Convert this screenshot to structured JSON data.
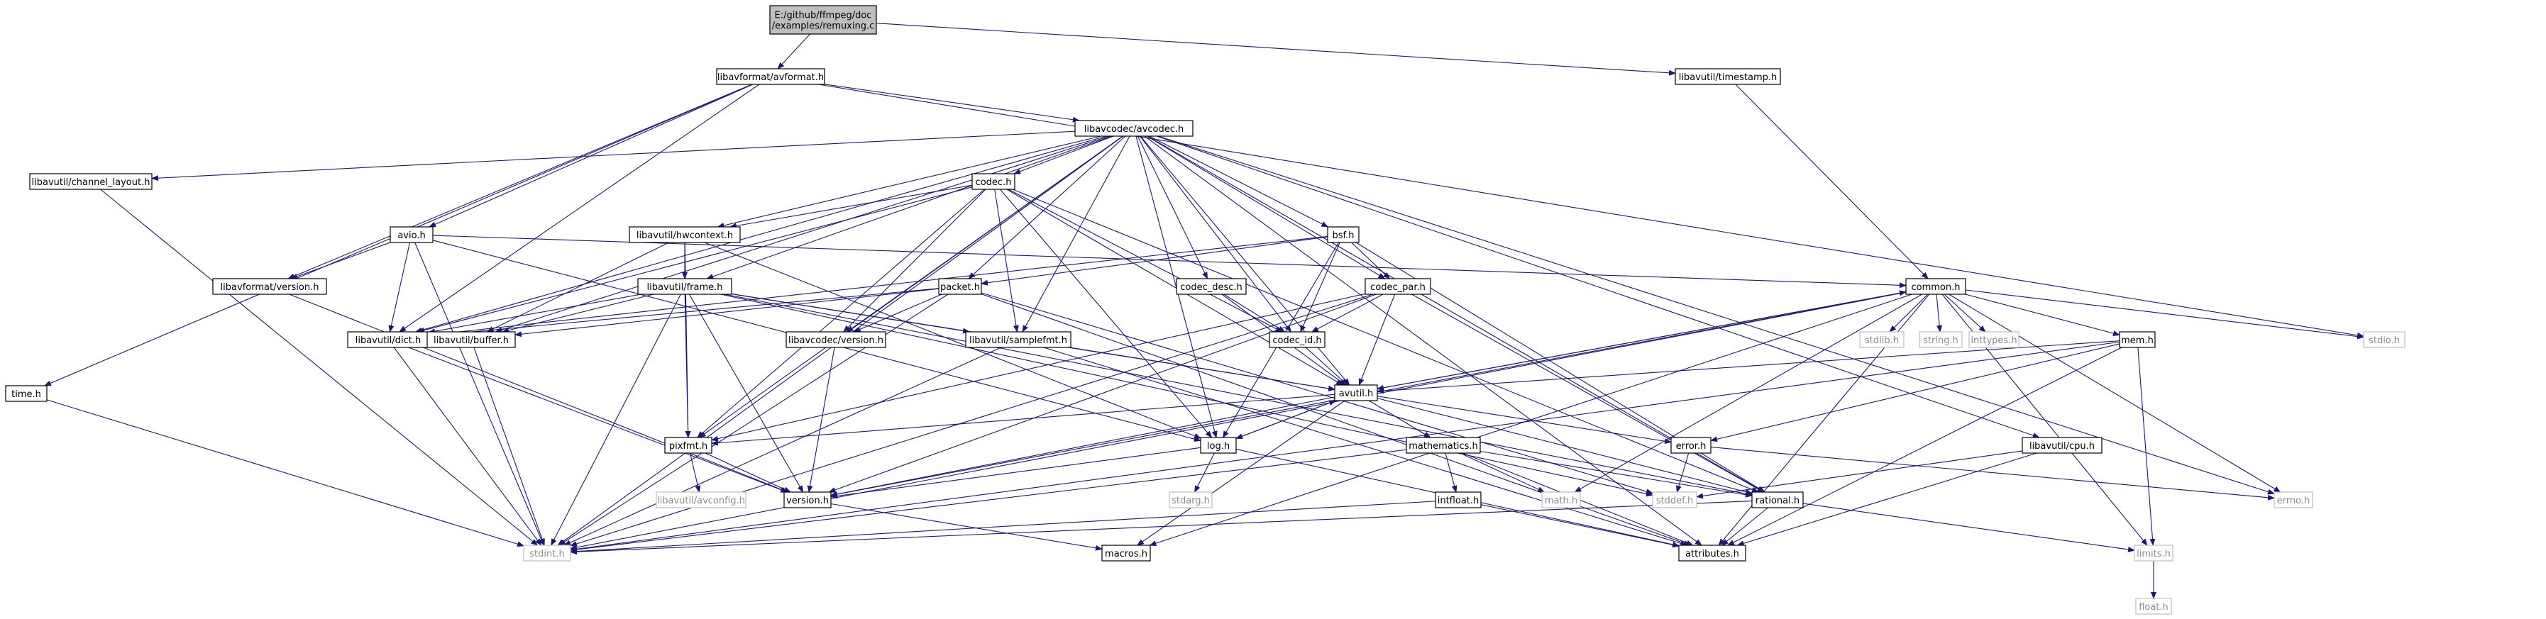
{
  "graph": {
    "nodes": [
      {
        "id": "remuxing",
        "label": [
          "E:/github/ffmpeg/doc",
          "/examples/remuxing.c"
        ],
        "kind": "root"
      },
      {
        "id": "avformat",
        "label": [
          "libavformat/avformat.h"
        ]
      },
      {
        "id": "timestamp",
        "label": [
          "libavutil/timestamp.h"
        ]
      },
      {
        "id": "avcodec",
        "label": [
          "libavcodec/avcodec.h"
        ]
      },
      {
        "id": "time",
        "label": [
          "time.h"
        ]
      },
      {
        "id": "avio",
        "label": [
          "avio.h"
        ]
      },
      {
        "id": "channel_layout",
        "label": [
          "libavutil/channel_layout.h"
        ]
      },
      {
        "id": "codec",
        "label": [
          "codec.h"
        ]
      },
      {
        "id": "hwcontext",
        "label": [
          "libavutil/hwcontext.h"
        ]
      },
      {
        "id": "bsf",
        "label": [
          "bsf.h"
        ]
      },
      {
        "id": "lavf_version",
        "label": [
          "libavformat/version.h"
        ]
      },
      {
        "id": "frame",
        "label": [
          "libavutil/frame.h"
        ]
      },
      {
        "id": "packet",
        "label": [
          "packet.h"
        ]
      },
      {
        "id": "codec_desc",
        "label": [
          "codec_desc.h"
        ]
      },
      {
        "id": "codec_par",
        "label": [
          "codec_par.h"
        ]
      },
      {
        "id": "common",
        "label": [
          "common.h"
        ]
      },
      {
        "id": "dict",
        "label": [
          "libavutil/dict.h"
        ]
      },
      {
        "id": "buffer",
        "label": [
          "libavutil/buffer.h"
        ]
      },
      {
        "id": "lavc_version",
        "label": [
          "libavcodec/version.h"
        ]
      },
      {
        "id": "samplefmt",
        "label": [
          "libavutil/samplefmt.h"
        ]
      },
      {
        "id": "codec_id",
        "label": [
          "codec_id.h"
        ]
      },
      {
        "id": "stdlib",
        "label": [
          "stdlib.h"
        ],
        "kind": "system"
      },
      {
        "id": "string",
        "label": [
          "string.h"
        ],
        "kind": "system"
      },
      {
        "id": "inttypes",
        "label": [
          "inttypes.h"
        ],
        "kind": "system"
      },
      {
        "id": "mem",
        "label": [
          "mem.h"
        ]
      },
      {
        "id": "stdio",
        "label": [
          "stdio.h"
        ],
        "kind": "system"
      },
      {
        "id": "avutil",
        "label": [
          "avutil.h"
        ]
      },
      {
        "id": "pixfmt",
        "label": [
          "pixfmt.h"
        ]
      },
      {
        "id": "log",
        "label": [
          "log.h"
        ]
      },
      {
        "id": "mathematics",
        "label": [
          "mathematics.h"
        ]
      },
      {
        "id": "error",
        "label": [
          "error.h"
        ]
      },
      {
        "id": "cpu",
        "label": [
          "libavutil/cpu.h"
        ]
      },
      {
        "id": "avconfig",
        "label": [
          "libavutil/avconfig.h"
        ],
        "kind": "system"
      },
      {
        "id": "version",
        "label": [
          "version.h"
        ]
      },
      {
        "id": "stdarg",
        "label": [
          "stdarg.h"
        ],
        "kind": "system"
      },
      {
        "id": "intfloat",
        "label": [
          "intfloat.h"
        ]
      },
      {
        "id": "math",
        "label": [
          "math.h"
        ],
        "kind": "system"
      },
      {
        "id": "stddef",
        "label": [
          "stddef.h"
        ],
        "kind": "system"
      },
      {
        "id": "rational",
        "label": [
          "rational.h"
        ]
      },
      {
        "id": "errno",
        "label": [
          "errno.h"
        ],
        "kind": "system"
      },
      {
        "id": "stdint",
        "label": [
          "stdint.h"
        ],
        "kind": "system"
      },
      {
        "id": "macros",
        "label": [
          "macros.h"
        ]
      },
      {
        "id": "attributes",
        "label": [
          "attributes.h"
        ]
      },
      {
        "id": "limits",
        "label": [
          "limits.h"
        ],
        "kind": "system"
      },
      {
        "id": "float",
        "label": [
          "float.h"
        ],
        "kind": "system"
      }
    ],
    "edges": [
      [
        "remuxing",
        "avformat"
      ],
      [
        "remuxing",
        "timestamp"
      ],
      [
        "avformat",
        "time"
      ],
      [
        "avformat",
        "avcodec"
      ],
      [
        "avformat",
        "avio"
      ],
      [
        "avformat",
        "lavf_version"
      ],
      [
        "avformat",
        "dict"
      ],
      [
        "avformat",
        "stdio"
      ],
      [
        "timestamp",
        "common"
      ],
      [
        "avcodec",
        "channel_layout"
      ],
      [
        "avcodec",
        "codec"
      ],
      [
        "avcodec",
        "hwcontext"
      ],
      [
        "avcodec",
        "bsf"
      ],
      [
        "avcodec",
        "frame"
      ],
      [
        "avcodec",
        "packet"
      ],
      [
        "avcodec",
        "codec_desc"
      ],
      [
        "avcodec",
        "codec_par"
      ],
      [
        "avcodec",
        "dict"
      ],
      [
        "avcodec",
        "buffer"
      ],
      [
        "avcodec",
        "lavc_version"
      ],
      [
        "avcodec",
        "samplefmt"
      ],
      [
        "avcodec",
        "codec_id"
      ],
      [
        "avcodec",
        "avutil"
      ],
      [
        "avcodec",
        "log"
      ],
      [
        "avcodec",
        "pixfmt"
      ],
      [
        "avcodec",
        "cpu"
      ],
      [
        "avcodec",
        "rational"
      ],
      [
        "avcodec",
        "errno"
      ],
      [
        "avcodec",
        "attributes"
      ],
      [
        "avcodec",
        "stdint"
      ],
      [
        "time",
        "stdint"
      ],
      [
        "channel_layout",
        "stdint"
      ],
      [
        "avio",
        "dict"
      ],
      [
        "avio",
        "lavf_version"
      ],
      [
        "avio",
        "common"
      ],
      [
        "avio",
        "log"
      ],
      [
        "avio",
        "stdint"
      ],
      [
        "codec",
        "hwcontext"
      ],
      [
        "codec",
        "dict"
      ],
      [
        "codec",
        "lavc_version"
      ],
      [
        "codec",
        "samplefmt"
      ],
      [
        "codec",
        "codec_id"
      ],
      [
        "codec",
        "avutil"
      ],
      [
        "codec",
        "log"
      ],
      [
        "codec",
        "pixfmt"
      ],
      [
        "codec",
        "rational"
      ],
      [
        "hwcontext",
        "frame"
      ],
      [
        "hwcontext",
        "buffer"
      ],
      [
        "hwcontext",
        "pixfmt"
      ],
      [
        "hwcontext",
        "log"
      ],
      [
        "bsf",
        "packet"
      ],
      [
        "bsf",
        "codec_par"
      ],
      [
        "bsf",
        "codec_id"
      ],
      [
        "bsf",
        "dict"
      ],
      [
        "bsf",
        "log"
      ],
      [
        "bsf",
        "rational"
      ],
      [
        "lavf_version",
        "version"
      ],
      [
        "frame",
        "dict"
      ],
      [
        "frame",
        "buffer"
      ],
      [
        "frame",
        "samplefmt"
      ],
      [
        "frame",
        "pixfmt"
      ],
      [
        "frame",
        "avutil"
      ],
      [
        "frame",
        "rational"
      ],
      [
        "frame",
        "stddef"
      ],
      [
        "frame",
        "version"
      ],
      [
        "frame",
        "stdint"
      ],
      [
        "packet",
        "dict"
      ],
      [
        "packet",
        "buffer"
      ],
      [
        "packet",
        "lavc_version"
      ],
      [
        "packet",
        "attributes"
      ],
      [
        "packet",
        "stddef"
      ],
      [
        "packet",
        "stdint"
      ],
      [
        "codec_desc",
        "codec_id"
      ],
      [
        "codec_desc",
        "avutil"
      ],
      [
        "codec_par",
        "codec_id"
      ],
      [
        "codec_par",
        "avutil"
      ],
      [
        "codec_par",
        "pixfmt"
      ],
      [
        "codec_par",
        "rational"
      ],
      [
        "codec_par",
        "stdint"
      ],
      [
        "codec_par",
        "version"
      ],
      [
        "common",
        "stdlib"
      ],
      [
        "common",
        "string"
      ],
      [
        "common",
        "inttypes"
      ],
      [
        "common",
        "mem"
      ],
      [
        "common",
        "stdio"
      ],
      [
        "common",
        "avutil"
      ],
      [
        "common",
        "attributes"
      ],
      [
        "common",
        "errno"
      ],
      [
        "common",
        "limits"
      ],
      [
        "common",
        "math"
      ],
      [
        "common",
        "macros"
      ],
      [
        "common",
        "version"
      ],
      [
        "common",
        "stdint"
      ],
      [
        "dict",
        "stdint"
      ],
      [
        "dict",
        "version"
      ],
      [
        "buffer",
        "stdint"
      ],
      [
        "lavc_version",
        "version"
      ],
      [
        "samplefmt",
        "avutil"
      ],
      [
        "samplefmt",
        "attributes"
      ],
      [
        "samplefmt",
        "stdint"
      ],
      [
        "codec_id",
        "avutil"
      ],
      [
        "mem",
        "avutil"
      ],
      [
        "mem",
        "error"
      ],
      [
        "mem",
        "attributes"
      ],
      [
        "mem",
        "limits"
      ],
      [
        "mem",
        "stdint"
      ],
      [
        "avutil",
        "pixfmt"
      ],
      [
        "avutil",
        "log"
      ],
      [
        "avutil",
        "mathematics"
      ],
      [
        "avutil",
        "error"
      ],
      [
        "avutil",
        "rational"
      ],
      [
        "avutil",
        "version"
      ],
      [
        "avutil",
        "macros"
      ],
      [
        "avutil",
        "common"
      ],
      [
        "pixfmt",
        "avconfig"
      ],
      [
        "pixfmt",
        "version"
      ],
      [
        "log",
        "stdarg"
      ],
      [
        "log",
        "avutil"
      ],
      [
        "log",
        "attributes"
      ],
      [
        "log",
        "version"
      ],
      [
        "mathematics",
        "intfloat"
      ],
      [
        "mathematics",
        "math"
      ],
      [
        "mathematics",
        "rational"
      ],
      [
        "mathematics",
        "attributes"
      ],
      [
        "mathematics",
        "stdint"
      ],
      [
        "error",
        "stddef"
      ],
      [
        "error",
        "errno"
      ],
      [
        "cpu",
        "attributes"
      ],
      [
        "cpu",
        "stddef"
      ],
      [
        "version",
        "macros"
      ],
      [
        "intfloat",
        "attributes"
      ],
      [
        "intfloat",
        "stdint"
      ],
      [
        "rational",
        "attributes"
      ],
      [
        "rational",
        "limits"
      ],
      [
        "rational",
        "stdint"
      ],
      [
        "limits",
        "float"
      ]
    ]
  }
}
